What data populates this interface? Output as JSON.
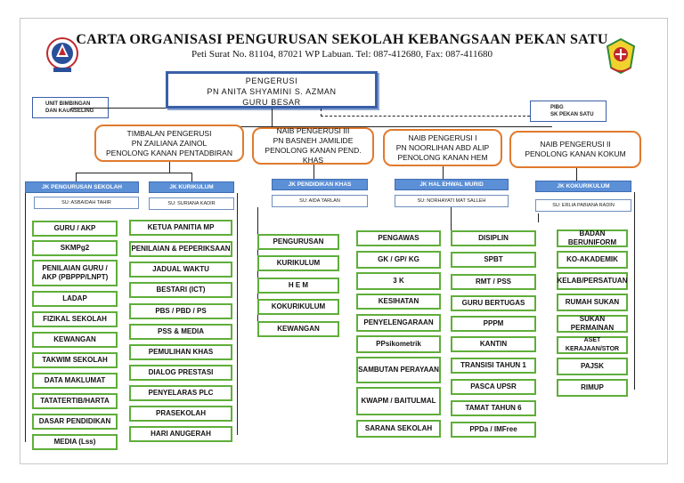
{
  "header": {
    "title": "CARTA ORGANISASI PENGURUSAN SEKOLAH KEBANGSAAN PEKAN SATU",
    "address": "Peti Surat No. 81104, 87021 WP Labuan. Tel: 087-412680, Fax: 087-411680"
  },
  "chair": {
    "role": "PENGERUSI",
    "name": "PN ANITA SHYAMINI S. AZMAN",
    "title": "GURU BESAR"
  },
  "unit_bimbingan": {
    "line1": "UNIT BIMBINGAN",
    "line2": "DAN KAUNSELING"
  },
  "pibg": {
    "line1": "PIBG",
    "line2": "SK PEKAN SATU"
  },
  "deputies": [
    {
      "l1": "TIMBALAN PENGERUSI",
      "l2": "PN ZAILIANA ZAINOL",
      "l3": "PENOLONG KANAN PENTADBIRAN"
    },
    {
      "l1": "NAIB PENGERUSI III",
      "l2": "PN BASNEH JAMILIDE",
      "l3": "PENOLONG KANAN PEND. KHAS"
    },
    {
      "l1": "NAIB PENGERUSI I",
      "l2": "PN NOORLIHAN ABD ALIP",
      "l3": "PENOLONG KANAN HEM"
    },
    {
      "l1": "NAIB PENGERUSI II",
      "l2": "PENOLONG KANAN KOKUM",
      "l3": ""
    }
  ],
  "committees": [
    {
      "name": "JK PENGURUSAN SEKOLAH",
      "su": "SU: ASBAIDAH TAHIR",
      "items": [
        "GURU / AKP",
        "SKMPg2",
        "PENILAIAN GURU / AKP (PBPPP/LNPT)",
        "LADAP",
        "FIZIKAL SEKOLAH",
        "KEWANGAN",
        "TAKWIM SEKOLAH",
        "DATA MAKLUMAT",
        "TATATERTIB/HARTA",
        "DASAR PENDIDIKAN",
        "MEDIA (Lss)"
      ]
    },
    {
      "name": "JK KURIKULUM",
      "su": "SU: SURIANA KADIR",
      "items": [
        "KETUA PANITIA MP",
        "PENILAIAN & PEPERIKSAAN",
        "JADUAL WAKTU",
        "BESTARI (ICT)",
        "PBS / PBD / PS",
        "PSS & MEDIA",
        "PEMULIHAN KHAS",
        "DIALOG PRESTASI",
        "PENYELARAS PLC",
        "PRASEKOLAH",
        "HARI ANUGERAH"
      ]
    },
    {
      "name": "JK PENDIDIKAN KHAS",
      "su": "SU: AIDA TARLAN",
      "items": [
        "PENGURUSAN",
        "KURIKULUM",
        "H E M",
        "KOKURIKULUM",
        "KEWANGAN"
      ]
    },
    {
      "name": "JK HAL EHWAL MURID",
      "su": "SU: NORHAYATI MAT SALLEH",
      "items_left": [
        "PENGAWAS",
        "GK / GP/ KG",
        "3 K",
        "KESIHATAN",
        "PENYELENGARAAN",
        "PPsikometrik",
        "SAMBUTAN PERAYAAN",
        "KWAPM / BAITULMAL",
        "SARANA SEKOLAH"
      ],
      "items_right": [
        "DISIPLIN",
        "SPBT",
        "RMT / PSS",
        "GURU BERTUGAS",
        "PPPM",
        "KANTIN",
        "TRANSISI TAHUN 1",
        "PASCA UPSR",
        "TAMAT TAHUN 6",
        "PPDa / IMFree"
      ]
    },
    {
      "name": "JK KOKURIKULUM",
      "su": "SU: ERLIA PABIANA RADIN",
      "items": [
        "BADAN BERUNIFORM",
        "KO-AKADEMIK",
        "KELAB/PERSATUAN",
        "RUMAH SUKAN",
        "SUKAN PERMAINAN",
        "ASET KERAJAAN/STOR",
        "PAJSK",
        "RIMUP"
      ]
    }
  ]
}
